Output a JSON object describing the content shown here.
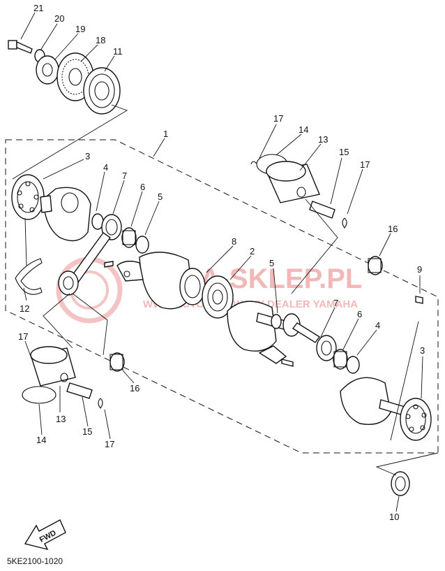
{
  "diagram": {
    "callouts": [
      {
        "id": "c21a",
        "label": "21"
      },
      {
        "id": "c20a",
        "label": "20"
      },
      {
        "id": "c19a",
        "label": "19"
      },
      {
        "id": "c18a",
        "label": "18"
      },
      {
        "id": "c11a",
        "label": "11"
      },
      {
        "id": "c1a",
        "label": "1"
      },
      {
        "id": "c3a",
        "label": "3"
      },
      {
        "id": "c4a",
        "label": "4"
      },
      {
        "id": "c7a",
        "label": "7"
      },
      {
        "id": "c6a",
        "label": "6"
      },
      {
        "id": "c5a",
        "label": "5"
      },
      {
        "id": "c8a",
        "label": "8"
      },
      {
        "id": "c2a",
        "label": "2"
      },
      {
        "id": "c17a",
        "label": "17"
      },
      {
        "id": "c14a",
        "label": "14"
      },
      {
        "id": "c13a",
        "label": "13"
      },
      {
        "id": "c15a",
        "label": "15"
      },
      {
        "id": "c17b",
        "label": "17"
      },
      {
        "id": "c16a",
        "label": "16"
      },
      {
        "id": "c9a",
        "label": "9"
      },
      {
        "id": "c5b",
        "label": "5"
      },
      {
        "id": "c7b",
        "label": "7"
      },
      {
        "id": "c6b",
        "label": "6"
      },
      {
        "id": "c4b",
        "label": "4"
      },
      {
        "id": "c3b",
        "label": "3"
      },
      {
        "id": "c12a",
        "label": "12"
      },
      {
        "id": "c17c",
        "label": "17"
      },
      {
        "id": "c16b",
        "label": "16"
      },
      {
        "id": "c13b",
        "label": "13"
      },
      {
        "id": "c14b",
        "label": "14"
      },
      {
        "id": "c15b",
        "label": "15"
      },
      {
        "id": "c17d",
        "label": "17"
      },
      {
        "id": "c10a",
        "label": "10"
      }
    ],
    "fwd_label": "FWD",
    "diagram_code": "5KE2100-1020",
    "watermark": {
      "line1": "YOKA-SKLEP.PL",
      "line2": "WWW.AUTORYZOWANY DEALER YAMAHA"
    }
  }
}
